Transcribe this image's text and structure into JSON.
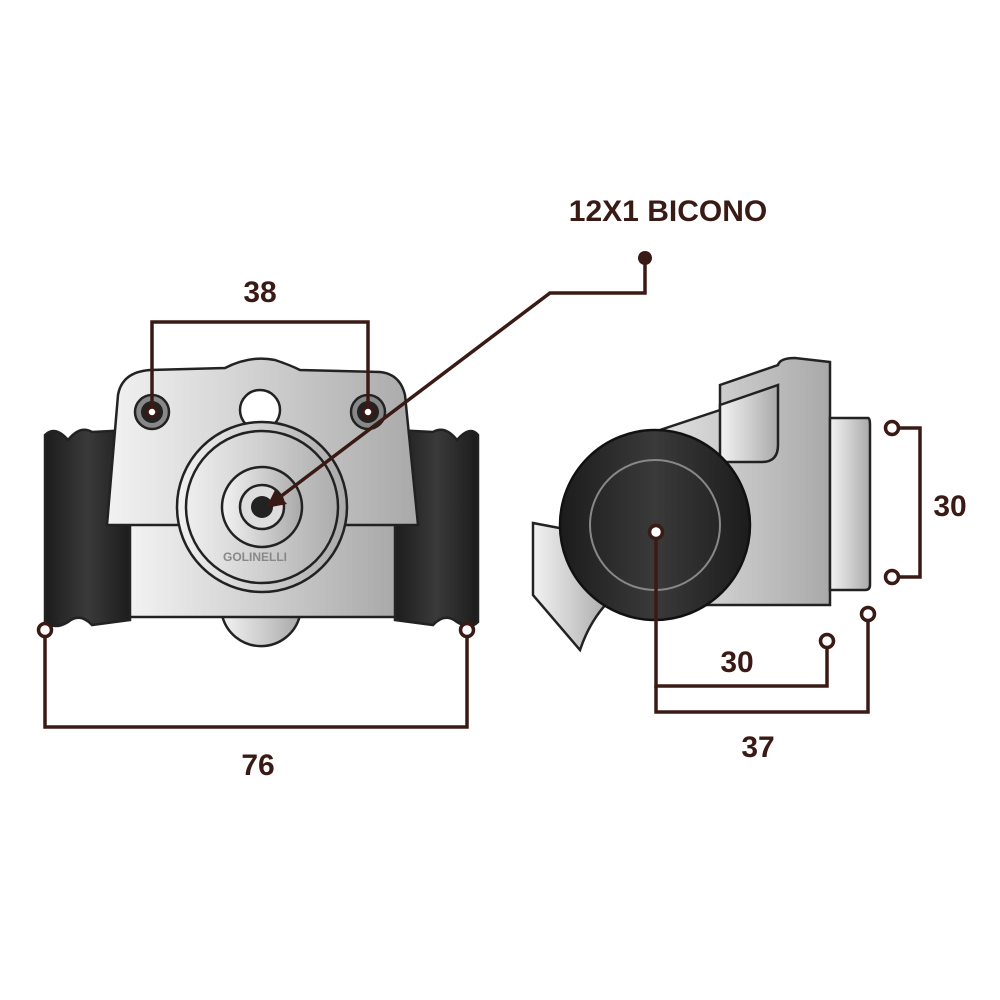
{
  "labels": {
    "thread": "12X1 BICONO",
    "hole_spacing": "38",
    "overall_width": "76",
    "side_height": "30",
    "side_offset": "30",
    "side_depth": "37"
  },
  "brand": "GOLINELLI",
  "colors": {
    "dimension": "#3a1a14",
    "rubber": "#2a2a2a",
    "metal": "#c8c8c8"
  }
}
